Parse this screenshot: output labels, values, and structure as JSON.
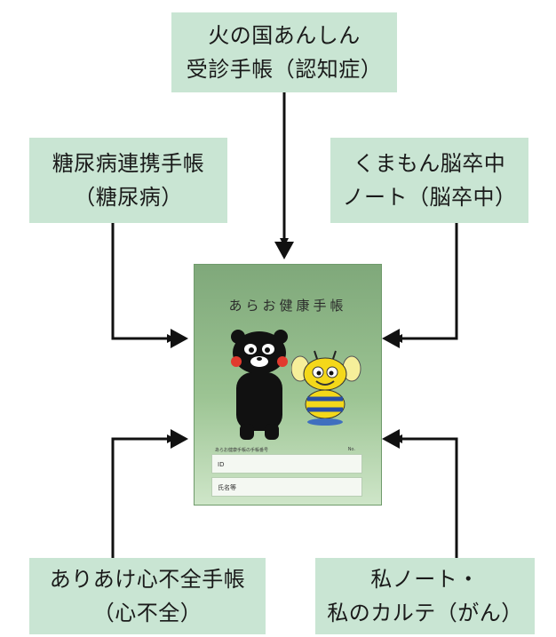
{
  "center_notebook": {
    "title": "あらお健康手帳",
    "small_caption_left": "あらお健康手帳の手帳番号",
    "small_caption_right": "No.",
    "field1_label": "ID",
    "field2_label": "氏名等"
  },
  "boxes": {
    "top": {
      "line1": "火の国あんしん",
      "line2": "受診手帳（認知症）"
    },
    "upper_left": {
      "line1": "糖尿病連携手帳",
      "line2": "（糖尿病）"
    },
    "upper_right": {
      "line1": "くまもん脳卒中",
      "line2": "ノート（脳卒中）"
    },
    "lower_left": {
      "line1": "ありあけ心不全手帳",
      "line2": "（心不全）"
    },
    "lower_right": {
      "line1": "私ノート・",
      "line2": "私のカルテ（がん）"
    }
  },
  "colors": {
    "box_fill": "#c9e5d3",
    "arrow": "#111111",
    "notebook_green": "#8fb885"
  }
}
